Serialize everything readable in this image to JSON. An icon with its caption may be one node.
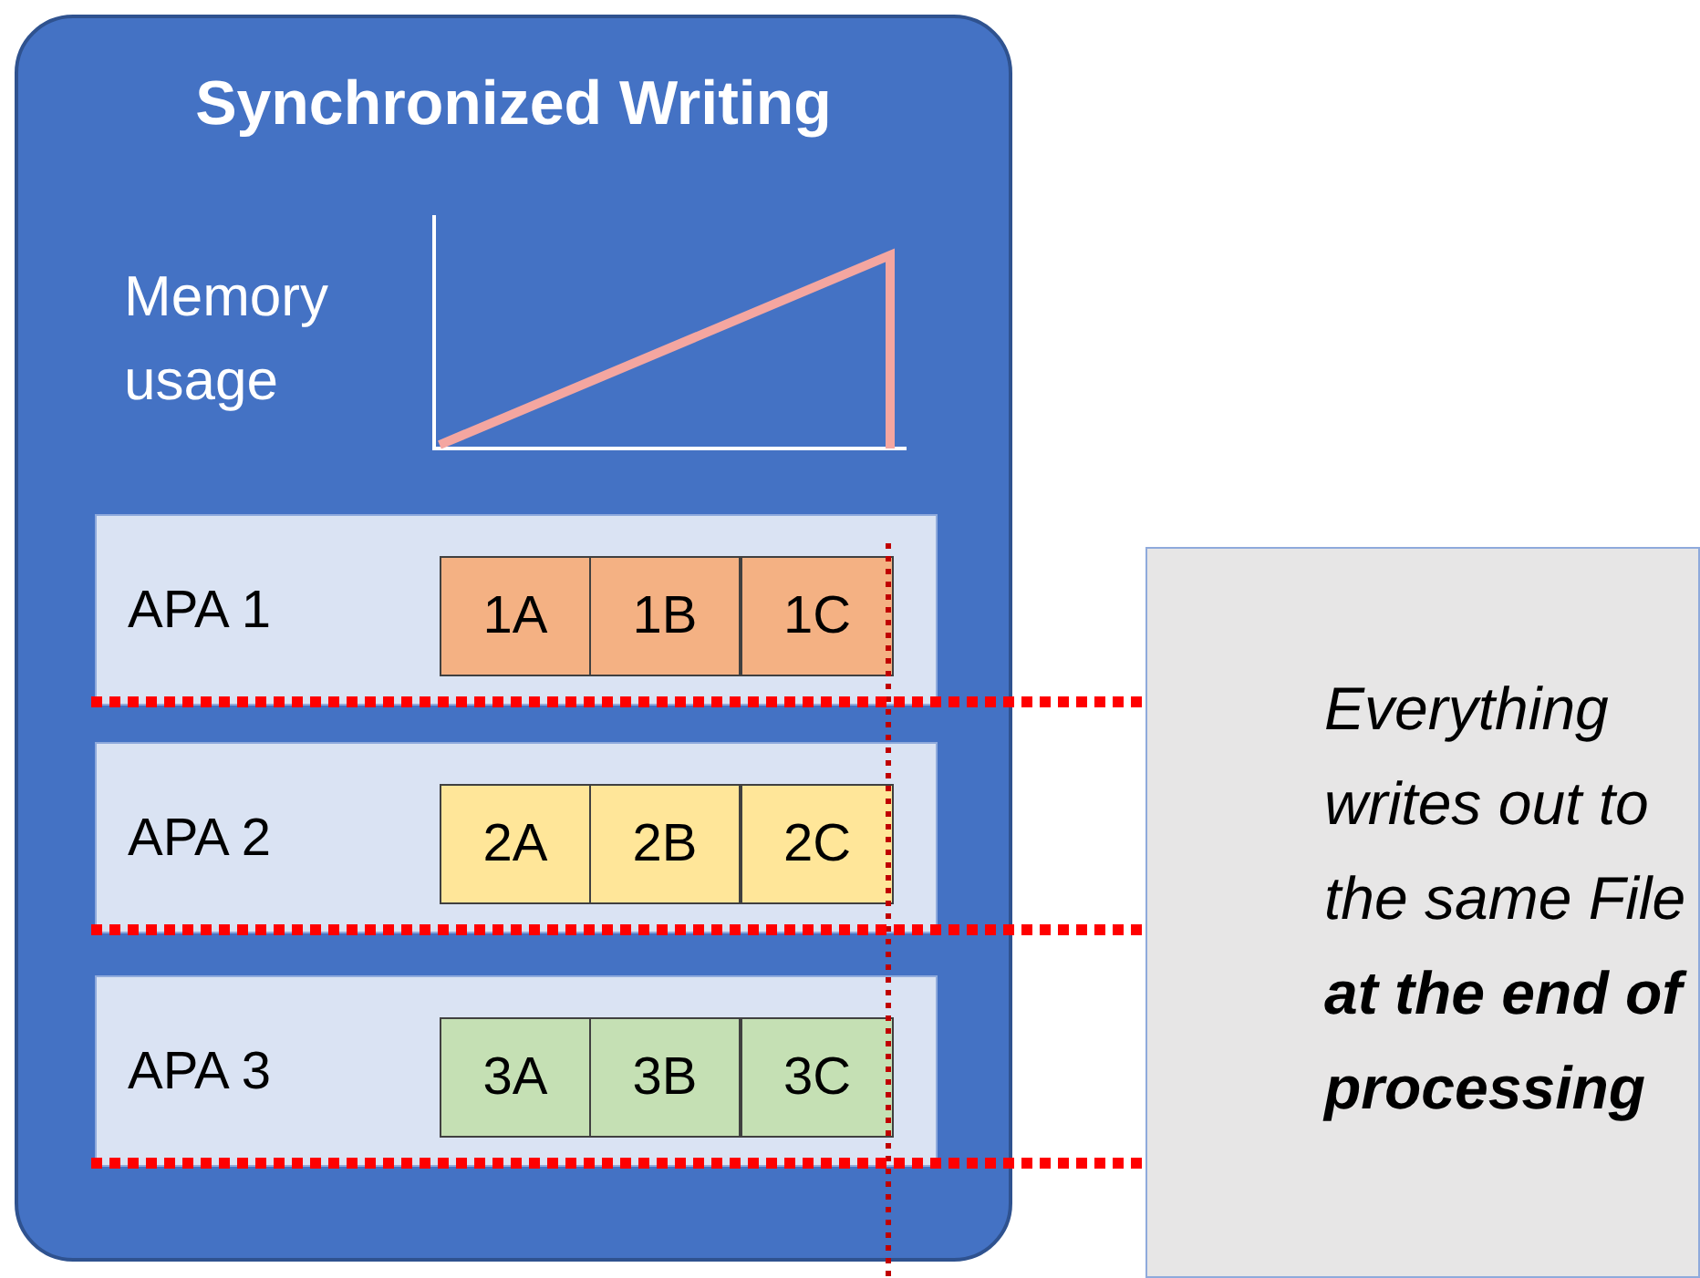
{
  "diagram": {
    "nodes": [
      {
        "text": [
          "Synchronized Writing"
        ]
      },
      {
        "text": [
          "APA 1"
        ],
        "in": 0
      },
      {
        "text": [
          "1A"
        ],
        "in": 1
      },
      {
        "text": [
          "1B"
        ],
        "in": 1
      },
      {
        "text": [
          "1C"
        ],
        "in": 1
      },
      {
        "text": [
          "APA 2"
        ],
        "in": 0
      },
      {
        "text": [
          "2A"
        ],
        "in": 5
      },
      {
        "text": [
          "2B"
        ],
        "in": 5
      },
      {
        "text": [
          "2C"
        ],
        "in": 5
      },
      {
        "text": [
          "APA 3"
        ],
        "in": 0
      },
      {
        "text": [
          "3A"
        ],
        "in": 9
      },
      {
        "text": [
          "3B"
        ],
        "in": 9
      },
      {
        "text": [
          "3C"
        ],
        "in": 9
      },
      {
        "text": [
          "Everything writes out to the same File **at the end of processing**"
        ]
      }
    ],
    "edges": [
      {
        "from": 1,
        "to": 13,
        "arrow": "none",
        "style": "dashed"
      },
      {
        "from": 5,
        "to": 13,
        "arrow": "none",
        "style": "dashed"
      },
      {
        "from": 9,
        "to": 13,
        "arrow": "none",
        "style": "dashed"
      }
    ],
    "labels": [
      "Memory usage"
    ]
  }
}
